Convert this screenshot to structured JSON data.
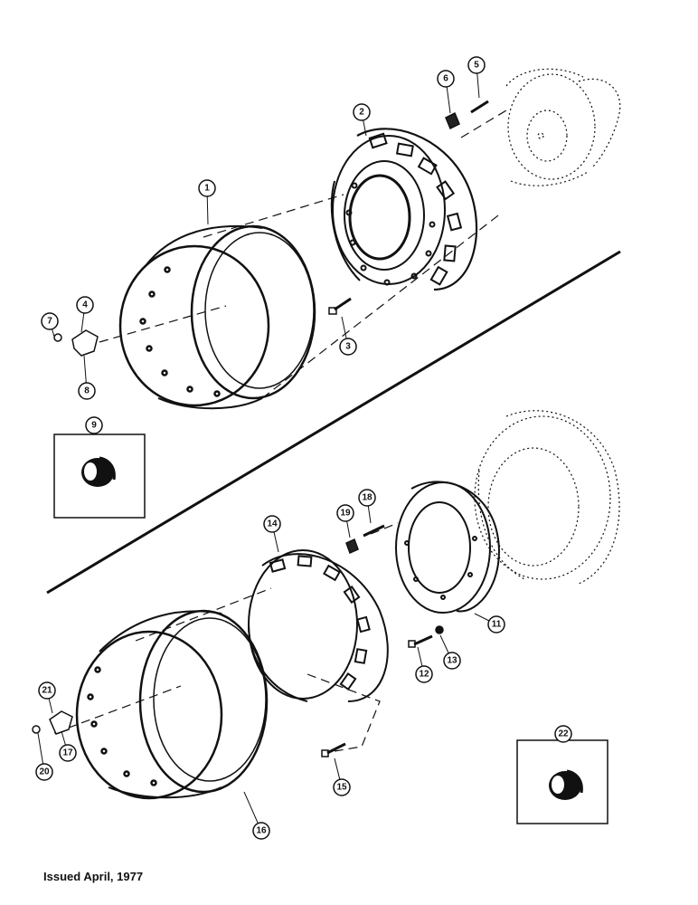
{
  "callouts": [
    "1",
    "2",
    "3",
    "4",
    "5",
    "6",
    "7",
    "8",
    "9",
    "11",
    "12",
    "13",
    "14",
    "15",
    "16",
    "17",
    "18",
    "19",
    "20",
    "21",
    "22"
  ],
  "footer": "Issued April, 1977"
}
